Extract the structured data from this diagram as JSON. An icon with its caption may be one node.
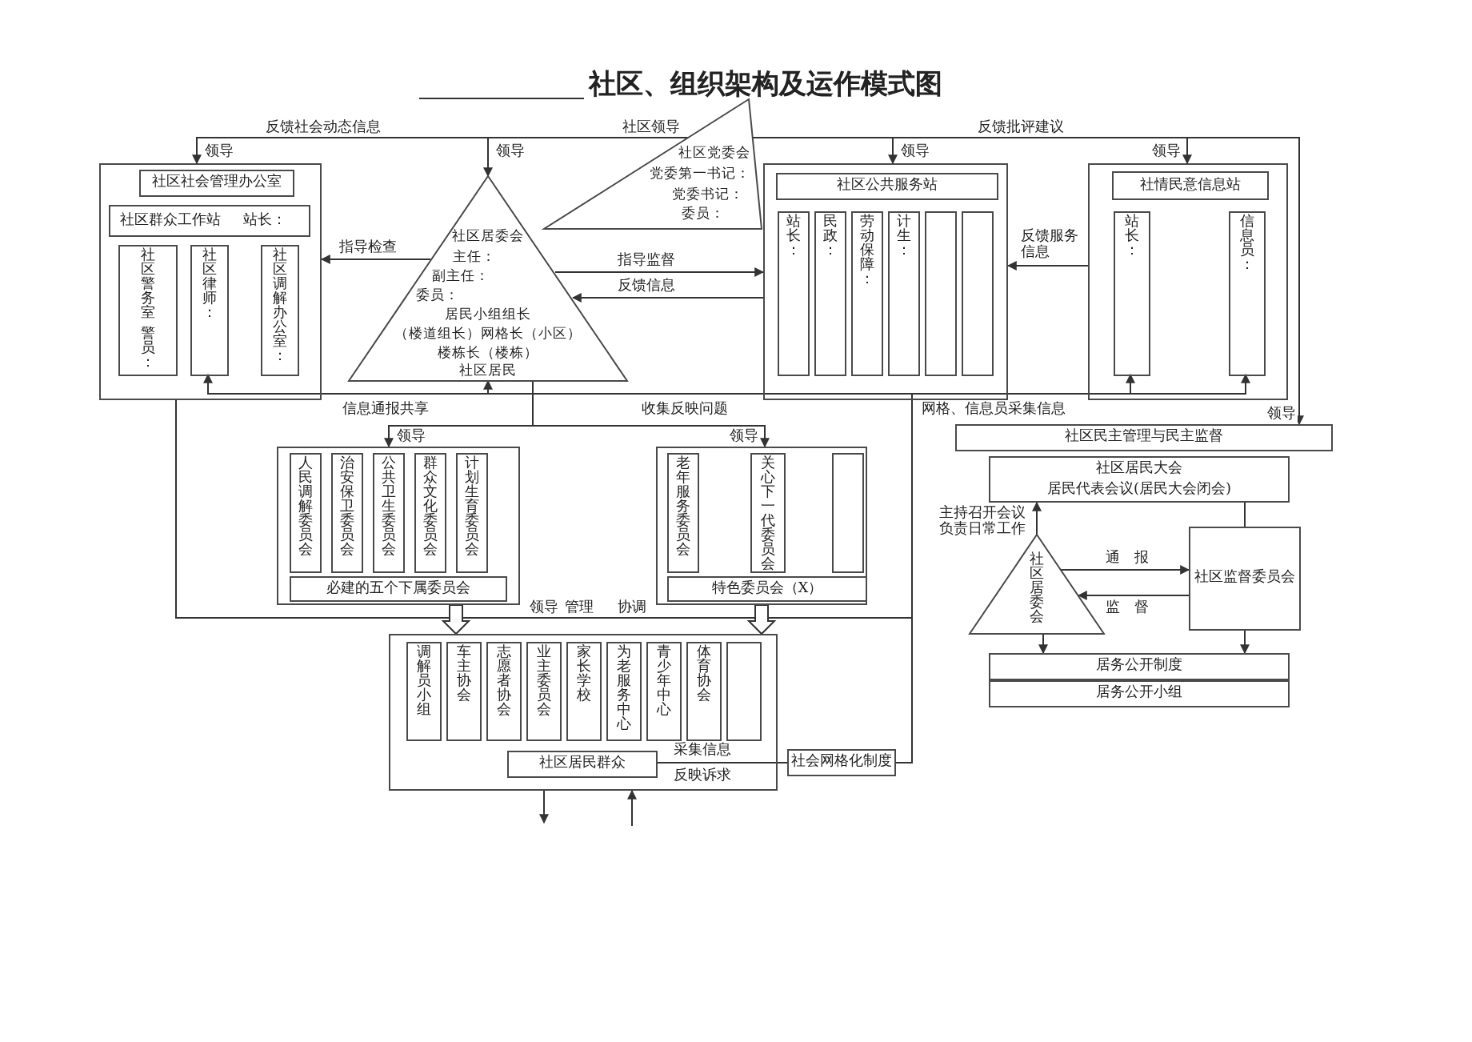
{
  "diagram": {
    "title": "社区、组织架构及运作模式图",
    "nodes": [
      {
        "text": [],
        "shape": "box"
      },
      {
        "text": [
          "社区社会管理办公室"
        ],
        "in": 0
      },
      {
        "text": [
          "社区群众工作站",
          "站长："
        ],
        "in": 0
      },
      {
        "text": [
          "社区警务室",
          "警员："
        ],
        "in": 0
      },
      {
        "text": [
          "社区律师："
        ],
        "in": 0
      },
      {
        "text": [
          "社区调解办公室："
        ],
        "in": 0
      },
      {
        "text": [
          "社区居委会",
          "主任：",
          "副主任：",
          "委员：",
          "居民小组组长",
          "（楼道组长）网格长（小区）",
          "楼栋长（楼栋）",
          "社区居民"
        ]
      },
      {
        "text": [
          "社区党委会",
          "党委第一书记：",
          "党委书记：",
          "委员："
        ]
      },
      {
        "text": [],
        "shape": "box"
      },
      {
        "text": [
          "社区公共服务站"
        ],
        "in": 8
      },
      {
        "text": [
          "站长："
        ],
        "in": 8
      },
      {
        "text": [
          "民政："
        ],
        "in": 8
      },
      {
        "text": [
          "劳动保障："
        ],
        "in": 8
      },
      {
        "text": [
          "计生："
        ],
        "in": 8
      },
      {
        "text": [],
        "shape": "box",
        "in": 8
      },
      {
        "text": [],
        "shape": "box",
        "in": 8
      },
      {
        "text": [],
        "shape": "box"
      },
      {
        "text": [
          "社情民意信息站"
        ],
        "in": 16
      },
      {
        "text": [
          "站长："
        ],
        "in": 16
      },
      {
        "text": [
          "信息员："
        ],
        "in": 16
      },
      {
        "text": [],
        "shape": "box"
      },
      {
        "text": [
          "人民调解委员会"
        ],
        "in": 20
      },
      {
        "text": [
          "治安保卫委员会"
        ],
        "in": 20
      },
      {
        "text": [
          "公共卫生委员会"
        ],
        "in": 20
      },
      {
        "text": [
          "群众文化委员会"
        ],
        "in": 20
      },
      {
        "text": [
          "计划生育委员会"
        ],
        "in": 20
      },
      {
        "text": [
          "必建的五个下属委员会"
        ],
        "in": 20
      },
      {
        "text": [],
        "shape": "box"
      },
      {
        "text": [
          "老年服务委员会"
        ],
        "in": 27
      },
      {
        "text": [
          "关心下一代委员会"
        ],
        "in": 27
      },
      {
        "text": [],
        "shape": "box",
        "in": 27
      },
      {
        "text": [
          "特色委员会（X）"
        ],
        "in": 27
      },
      {
        "text": [],
        "shape": "box"
      },
      {
        "text": [
          "调解员小组"
        ],
        "in": 32
      },
      {
        "text": [
          "车主协会"
        ],
        "in": 32
      },
      {
        "text": [
          "志愿者协会"
        ],
        "in": 32
      },
      {
        "text": [
          "业主委员会"
        ],
        "in": 32
      },
      {
        "text": [
          "家长学校"
        ],
        "in": 32
      },
      {
        "text": [
          "为老服务中心"
        ],
        "in": 32
      },
      {
        "text": [
          "青少年中心"
        ],
        "in": 32
      },
      {
        "text": [
          "体育协会"
        ],
        "in": 32
      },
      {
        "text": [],
        "shape": "box",
        "in": 32
      },
      {
        "text": [
          "社区居民群众"
        ],
        "in": 32
      },
      {
        "text": [
          "社会网格化制度"
        ]
      },
      {
        "text": [
          "社区民主管理与民主监督"
        ]
      },
      {
        "text": [
          "社区居民大会",
          "居民代表会议(居民大会闭会)"
        ]
      },
      {
        "text": [
          "社区居委会"
        ]
      },
      {
        "text": [
          "社区监督委员会"
        ]
      },
      {
        "text": [
          "居务公开制度"
        ]
      },
      {
        "text": [
          "居务公开小组"
        ]
      }
    ],
    "edges": [
      {
        "from": 7,
        "to": 0,
        "arrow": "to",
        "label": "领导"
      },
      {
        "from": 7,
        "to": 6,
        "arrow": "to",
        "label": "领导"
      },
      {
        "from": 7,
        "to": 8,
        "arrow": "to",
        "label": "领导"
      },
      {
        "from": 7,
        "to": 16,
        "arrow": "to",
        "label": "领导"
      },
      {
        "from": 7,
        "to": 44,
        "arrow": "to",
        "label": "领导"
      },
      {
        "from": 6,
        "to": 0,
        "arrow": "to",
        "label": "指导检查"
      },
      {
        "from": 6,
        "to": 8,
        "arrow": "to",
        "label": "指导监督"
      },
      {
        "from": 8,
        "to": 6,
        "arrow": "to",
        "label": "反馈信息"
      },
      {
        "from": 16,
        "to": 8,
        "arrow": "to",
        "label": "反馈服务信息"
      },
      {
        "from": 43,
        "to": 4,
        "arrow": "to",
        "label": "信息通报共享"
      },
      {
        "from": 43,
        "to": 6,
        "arrow": "to",
        "label": "收集反映问题"
      },
      {
        "from": 43,
        "to": 18,
        "arrow": "to",
        "label": "网格、信息员采集信息"
      },
      {
        "from": 43,
        "to": 19,
        "arrow": "to"
      },
      {
        "from": 6,
        "to": 20,
        "arrow": "to",
        "label": "领导"
      },
      {
        "from": 6,
        "to": 27,
        "arrow": "to",
        "label": "领导"
      },
      {
        "from": 20,
        "to": 32,
        "arrow": "to"
      },
      {
        "from": 27,
        "to": 32,
        "arrow": "to"
      },
      {
        "from": 42,
        "to": 43,
        "arrow": "none",
        "label": "采集信息"
      },
      {
        "from": 32,
        "to": null,
        "arrow": "to"
      },
      {
        "from": null,
        "to": 32,
        "arrow": "to"
      },
      {
        "from": 0,
        "to": 43,
        "arrow": "none"
      },
      {
        "from": 46,
        "to": 45,
        "arrow": "to",
        "label": "主持召开会议负责日常工作"
      },
      {
        "from": 46,
        "to": 47,
        "arrow": "to",
        "label": "通　报"
      },
      {
        "from": 47,
        "to": 46,
        "arrow": "to",
        "label": "监　督"
      },
      {
        "from": 46,
        "to": 48,
        "arrow": "to"
      },
      {
        "from": 47,
        "to": 48,
        "arrow": "to"
      },
      {
        "from": 45,
        "to": 47,
        "arrow": "none"
      }
    ],
    "labels": [
      "反馈社会动态信息",
      "社区领导",
      "反馈批评建议",
      "领导",
      "管理",
      "协调",
      "反映诉求"
    ]
  }
}
